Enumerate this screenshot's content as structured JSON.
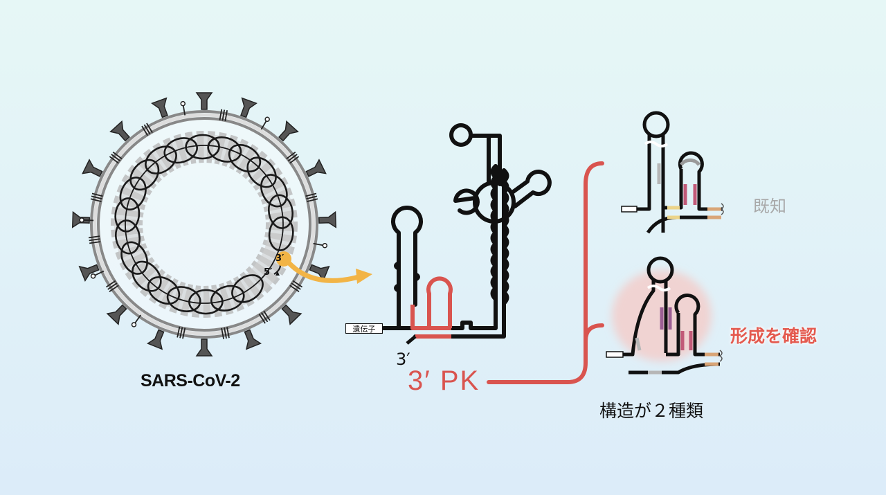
{
  "virus": {
    "name": "SARS-CoV-2",
    "end5": "5′",
    "end3": "3′"
  },
  "rna": {
    "gene_label": "遺伝子",
    "end3": "3′",
    "pk_label": "3′ PK"
  },
  "structures": {
    "known_label": "既知",
    "confirmed_label": "形成を確認",
    "summary": "構造が２種類"
  },
  "colors": {
    "accent_red": "#d9544f",
    "highlight_orange": "#f2b446",
    "bg_top": "#e6f7f6",
    "bg_bottom": "#dcecf9"
  }
}
